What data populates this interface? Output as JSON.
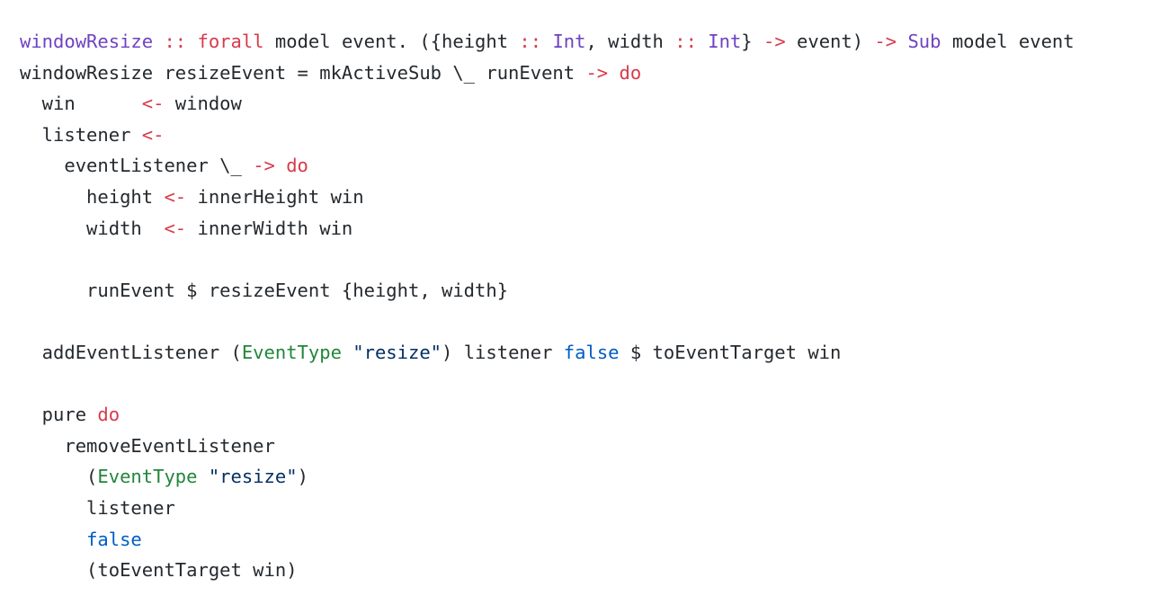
{
  "code": {
    "language": "purescript",
    "colors": {
      "plain": "#24292e",
      "keyword": "#d73a49",
      "function": "#6f42c1",
      "type": "#6f42c1",
      "constructor": "#22863a",
      "string": "#032f62",
      "boolean": "#005cc5"
    },
    "lines": [
      [
        {
          "t": "fn",
          "v": "windowResize"
        },
        {
          "t": "plain",
          "v": " "
        },
        {
          "t": "op",
          "v": "::"
        },
        {
          "t": "plain",
          "v": " "
        },
        {
          "t": "kw",
          "v": "forall"
        },
        {
          "t": "plain",
          "v": " model event. ({height "
        },
        {
          "t": "op",
          "v": "::"
        },
        {
          "t": "plain",
          "v": " "
        },
        {
          "t": "type",
          "v": "Int"
        },
        {
          "t": "plain",
          "v": ", width "
        },
        {
          "t": "op",
          "v": "::"
        },
        {
          "t": "plain",
          "v": " "
        },
        {
          "t": "type",
          "v": "Int"
        },
        {
          "t": "plain",
          "v": "} "
        },
        {
          "t": "op",
          "v": "->"
        },
        {
          "t": "plain",
          "v": " event) "
        },
        {
          "t": "op",
          "v": "->"
        },
        {
          "t": "plain",
          "v": " "
        },
        {
          "t": "type",
          "v": "Sub"
        },
        {
          "t": "plain",
          "v": " model event"
        }
      ],
      [
        {
          "t": "plain",
          "v": "windowResize resizeEvent = mkActiveSub \\_ runEvent "
        },
        {
          "t": "op",
          "v": "->"
        },
        {
          "t": "plain",
          "v": " "
        },
        {
          "t": "kw",
          "v": "do"
        }
      ],
      [
        {
          "t": "plain",
          "v": "  win      "
        },
        {
          "t": "op",
          "v": "<-"
        },
        {
          "t": "plain",
          "v": " window"
        }
      ],
      [
        {
          "t": "plain",
          "v": "  listener "
        },
        {
          "t": "op",
          "v": "<-"
        }
      ],
      [
        {
          "t": "plain",
          "v": "    eventListener \\_ "
        },
        {
          "t": "op",
          "v": "->"
        },
        {
          "t": "plain",
          "v": " "
        },
        {
          "t": "kw",
          "v": "do"
        }
      ],
      [
        {
          "t": "plain",
          "v": "      height "
        },
        {
          "t": "op",
          "v": "<-"
        },
        {
          "t": "plain",
          "v": " innerHeight win"
        }
      ],
      [
        {
          "t": "plain",
          "v": "      width  "
        },
        {
          "t": "op",
          "v": "<-"
        },
        {
          "t": "plain",
          "v": " innerWidth win"
        }
      ],
      [],
      [
        {
          "t": "plain",
          "v": "      runEvent $ resizeEvent {height, width}"
        }
      ],
      [],
      [
        {
          "t": "plain",
          "v": "  addEventListener ("
        },
        {
          "t": "ctor",
          "v": "EventType"
        },
        {
          "t": "plain",
          "v": " "
        },
        {
          "t": "str",
          "v": "\"resize\""
        },
        {
          "t": "plain",
          "v": ") listener "
        },
        {
          "t": "bool",
          "v": "false"
        },
        {
          "t": "plain",
          "v": " $ toEventTarget win"
        }
      ],
      [],
      [
        {
          "t": "plain",
          "v": "  pure "
        },
        {
          "t": "kw",
          "v": "do"
        }
      ],
      [
        {
          "t": "plain",
          "v": "    removeEventListener"
        }
      ],
      [
        {
          "t": "plain",
          "v": "      ("
        },
        {
          "t": "ctor",
          "v": "EventType"
        },
        {
          "t": "plain",
          "v": " "
        },
        {
          "t": "str",
          "v": "\"resize\""
        },
        {
          "t": "plain",
          "v": ")"
        }
      ],
      [
        {
          "t": "plain",
          "v": "      listener"
        }
      ],
      [
        {
          "t": "plain",
          "v": "      "
        },
        {
          "t": "bool",
          "v": "false"
        }
      ],
      [
        {
          "t": "plain",
          "v": "      (toEventTarget win)"
        }
      ]
    ]
  }
}
